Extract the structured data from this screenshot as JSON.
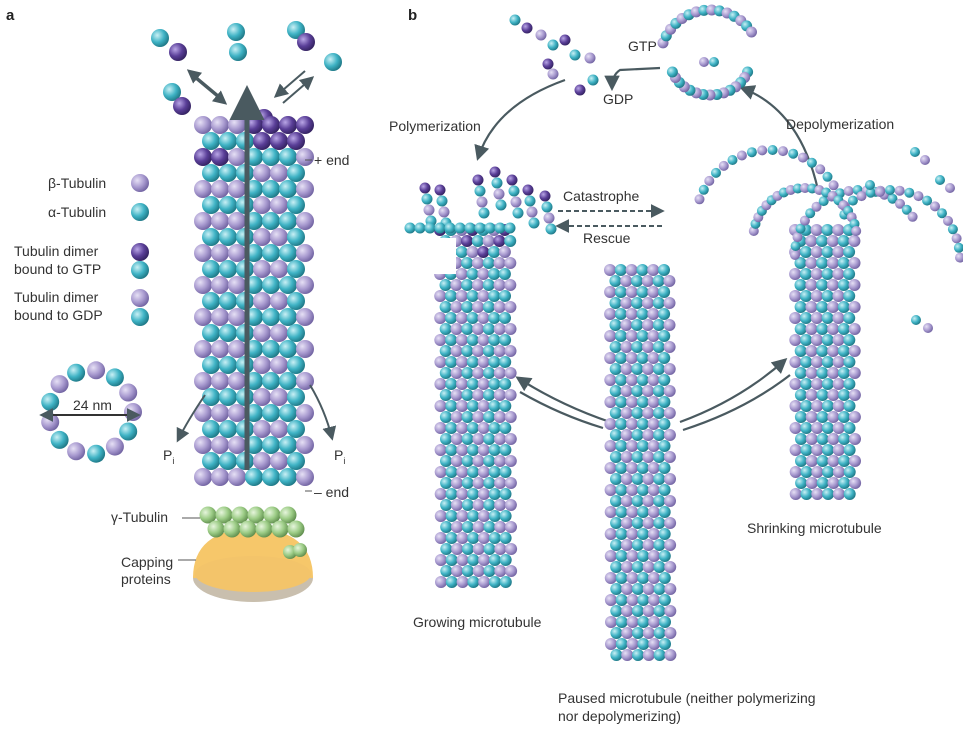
{
  "colors": {
    "beta": "#a99bd0",
    "alpha": "#3fb3c5",
    "gtp": "#5a3f98",
    "gamma": "#9ccc86",
    "cap_top": "#f6c76a",
    "cap_bottom": "#c9bfae",
    "arrow": "#4a5a60"
  },
  "panel_a": {
    "label": "a",
    "legend": {
      "beta": "β-Tubulin",
      "alpha": "α-Tubulin",
      "gtp_line1": "Tubulin dimer",
      "gtp_line2": "bound to GTP",
      "gdp_line1": "Tubulin dimer",
      "gdp_line2": "bound to GDP"
    },
    "ring_label": "24 nm",
    "plus_end": "+ end",
    "minus_end": "– end",
    "pi": "P",
    "pi_sub": "i",
    "gamma": "γ-Tubulin",
    "capping1": "Capping",
    "capping2": "proteins"
  },
  "panel_b": {
    "label": "b",
    "gtp": "GTP",
    "gdp": "GDP",
    "polymerization": "Polymerization",
    "depolymerization": "Depolymerization",
    "catastrophe": "Catastrophe",
    "rescue": "Rescue",
    "growing": "Growing microtubule",
    "shrinking": "Shrinking microtubule",
    "paused1": "Paused microtubule (neither polymerizing",
    "paused2": "nor depolymerizing)"
  }
}
